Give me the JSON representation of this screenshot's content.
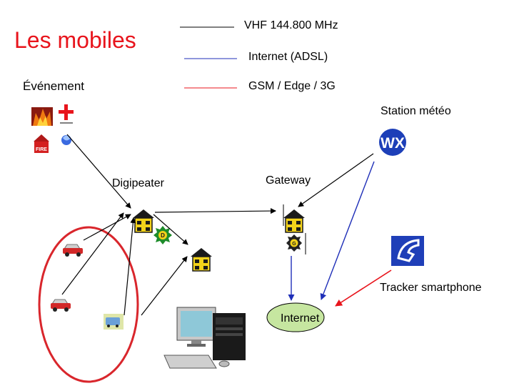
{
  "title": "Les mobiles",
  "legend": {
    "vhf": "VHF 144.800 MHz",
    "adsl": "Internet (ADSL)",
    "gsm": "GSM / Edge / 3G"
  },
  "labels": {
    "event": "Événement",
    "weather_station": "Station météo",
    "digipeater": "Digipeater",
    "gateway": "Gateway",
    "tracker": "Tracker smartphone",
    "internet": "Internet"
  },
  "icons": {
    "fire_badge": "FIRE",
    "weather_badge": "WX"
  },
  "colors": {
    "title": "#e8141c",
    "vhf_link": "#000000",
    "adsl_link": "#1f2fb8",
    "gsm_link": "#e8141c",
    "highlight_ellipse": "#d9262c",
    "internet_cloud": "#c6e6a0"
  }
}
